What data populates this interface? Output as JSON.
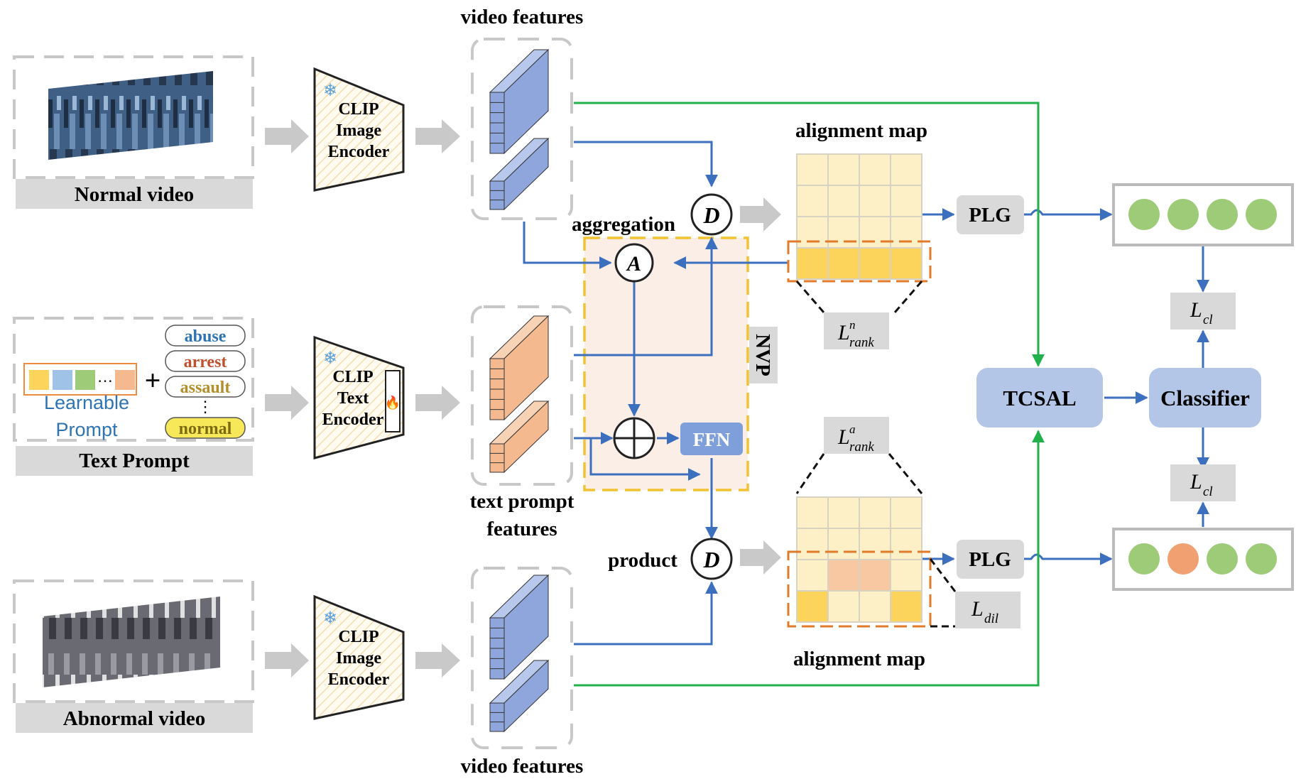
{
  "inputs": {
    "normal_video_label": "Normal video",
    "text_prompt_label": "Text Prompt",
    "abnormal_video_label": "Abnormal video",
    "learnable_prompt_line1": "Learnable",
    "learnable_prompt_line2": "Prompt",
    "plus_symbol": "+",
    "ellipsis_h": "···",
    "ellipsis_v": "⋮",
    "classes": [
      "abuse",
      "arrest",
      "assault",
      "normal"
    ]
  },
  "encoders": {
    "image_encoder": [
      "CLIP",
      "Image",
      "Encoder"
    ],
    "text_encoder": [
      "CLIP",
      "Text",
      "Encoder"
    ],
    "frozen_icon": "❄",
    "trainable_icon": "🔥"
  },
  "features": {
    "video_features_top": "video features",
    "text_prompt_features_line1": "text prompt",
    "text_prompt_features_line2": "features",
    "video_features_bottom": "video features"
  },
  "ops": {
    "aggregation": "aggregation",
    "product": "product",
    "A_symbol": "A",
    "D_symbol": "D",
    "FFN": "FFN",
    "NVP": "NVP"
  },
  "maps": {
    "alignment_map_top": "alignment map",
    "alignment_map_bottom": "alignment map",
    "loss_rank_n": {
      "base": "L",
      "sup": "n",
      "sub": "rank"
    },
    "loss_rank_a": {
      "base": "L",
      "sup": "a",
      "sub": "rank"
    },
    "loss_dil": {
      "base": "L",
      "sub": "dil"
    }
  },
  "heads": {
    "PLG_top": "PLG",
    "PLG_bottom": "PLG",
    "TCSAL": "TCSAL",
    "Classifier": "Classifier",
    "loss_cl_top": {
      "base": "L",
      "sub": "cl"
    },
    "loss_cl_bottom": {
      "base": "L",
      "sub": "cl"
    }
  },
  "pseudo_labels": {
    "normal": [
      "normal",
      "normal",
      "normal",
      "normal"
    ],
    "abnormal": [
      "normal",
      "abnormal",
      "normal",
      "normal"
    ]
  },
  "colors": {
    "blue_arrow": "#3d6fbf",
    "green_arrow": "#21b04a",
    "gray_arrow": "#c9c9c9",
    "feature_blue": "#8ea6dc",
    "feature_orange": "#f5b98f",
    "nvp_fill": "#fbeee6",
    "nvp_border": "#f2c230",
    "map_light": "#fdf0c6",
    "map_yellow": "#fdd45b",
    "map_peach": "#f8c8a2",
    "dashed_orange": "#e17b2b",
    "pill_blue": "#b3c6e8",
    "ffn_blue": "#7e9fd9",
    "dot_green": "#9dcb78",
    "dot_orange": "#f0a071",
    "class_abuse": "#2e74b5",
    "class_arrest": "#c0502e",
    "class_assault": "#b38f2b",
    "class_normal": "#7b6a12"
  }
}
